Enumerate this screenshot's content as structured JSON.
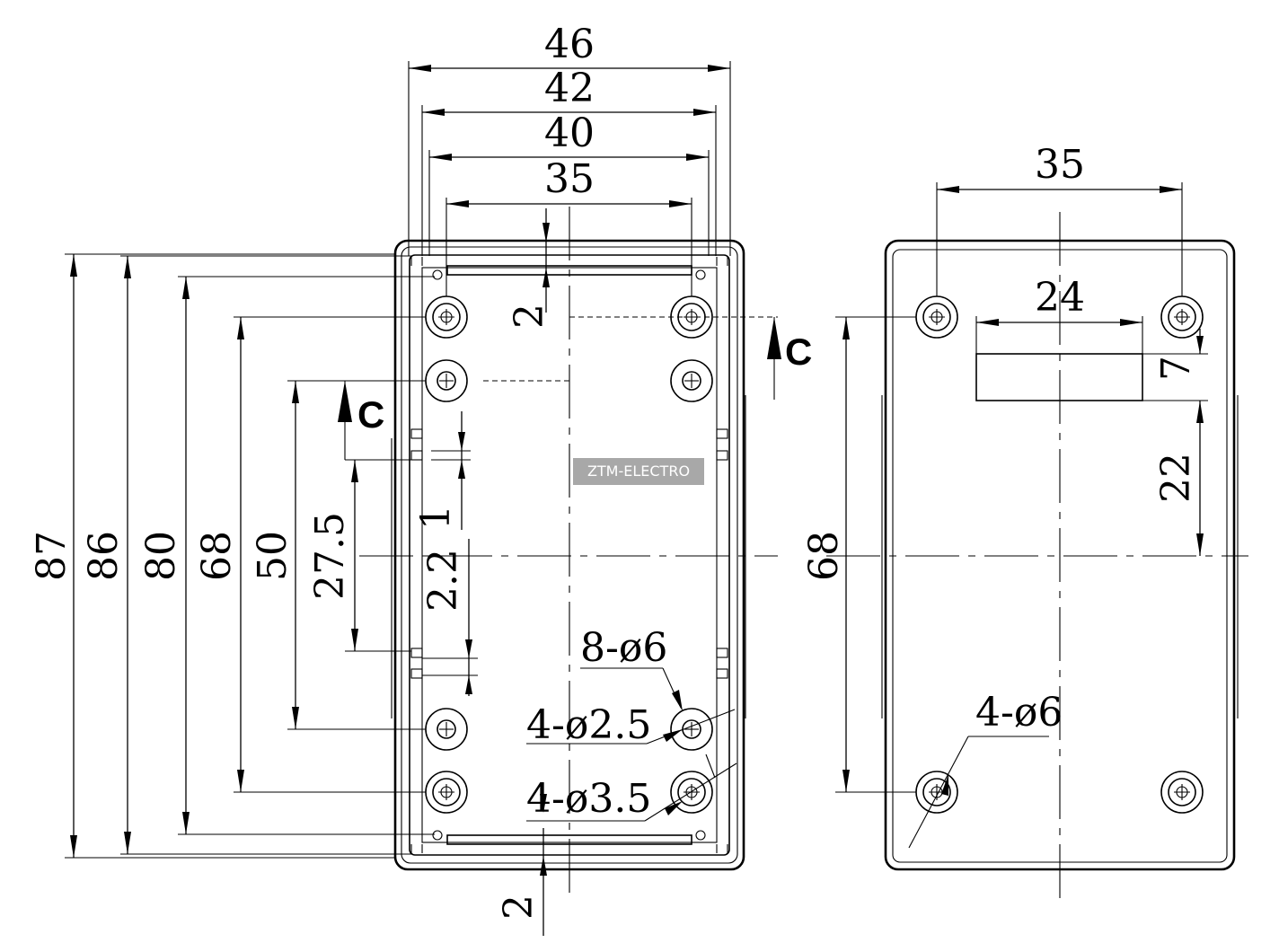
{
  "watermark": "ZTM-ELECTRO",
  "section_label": "C",
  "dimensions": {
    "width_46": "46",
    "width_42": "42",
    "width_40": "40",
    "width_35": "35",
    "height_87": "87",
    "height_86": "86",
    "height_80": "80",
    "height_68": "68",
    "height_50": "50",
    "height_27_5": "27.5",
    "wall_2_top": "2",
    "wall_2_bottom": "2",
    "gap_1": "1",
    "gap_2_2": "2.2",
    "holes_8_d6": "8-ø6",
    "holes_4_d2_5": "4-ø2.5",
    "holes_4_d3_5": "4-ø3.5",
    "lid_width_35": "35",
    "lid_slot_24": "24",
    "lid_slot_7": "7",
    "lid_22": "22",
    "lid_height_68": "68",
    "lid_holes_4_d6": "4-ø6"
  }
}
